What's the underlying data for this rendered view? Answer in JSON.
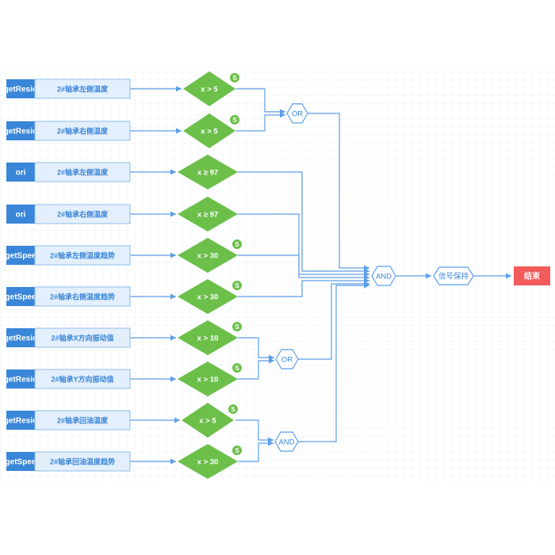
{
  "colors": {
    "source_fill": "#3a86d8",
    "desc_fill": "#e3effc",
    "desc_stroke": "#8fbce9",
    "condition_fill": "#6cc04a",
    "badge_fill": "#6cc04a",
    "hex_stroke": "#5c9ee6",
    "end_fill": "#f25b5b",
    "connector": "#5c9ee6",
    "grid": "#eef1f5"
  },
  "rows": [
    {
      "source": "getResio",
      "desc": "2#轴承左侧温度",
      "condition": "x > 5",
      "badge": "S"
    },
    {
      "source": "getResio",
      "desc": "2#轴承右侧温度",
      "condition": "x > 5",
      "badge": "S"
    },
    {
      "source": "ori",
      "desc": "2#轴承左侧温度",
      "condition": "x ≥ 97",
      "badge": ""
    },
    {
      "source": "ori",
      "desc": "2#轴承右侧温度",
      "condition": "x ≥ 97",
      "badge": ""
    },
    {
      "source": "getSpee",
      "desc": "2#轴承左侧温度趋势",
      "condition": "x > 30",
      "badge": "S"
    },
    {
      "source": "getSpee",
      "desc": "2#轴承右侧温度趋势",
      "condition": "x > 30",
      "badge": "S"
    },
    {
      "source": "getResio",
      "desc": "2#轴承X方向振动值",
      "condition": "x > 10",
      "badge": "S"
    },
    {
      "source": "getResio",
      "desc": "2#轴承Y方向振动值",
      "condition": "x > 10",
      "badge": "S"
    },
    {
      "source": "getResio",
      "desc": "2#轴承回油温度",
      "condition": "x > 5",
      "badge": "S"
    },
    {
      "source": "getSpee",
      "desc": "2#轴承回油温度趋势",
      "condition": "x > 30",
      "badge": "S"
    }
  ],
  "gates": [
    {
      "label": "OR"
    },
    {
      "label": "OR"
    },
    {
      "label": "AND"
    },
    {
      "label": "AND"
    }
  ],
  "hold": {
    "label": "信号保持"
  },
  "end": {
    "label": "结束"
  }
}
